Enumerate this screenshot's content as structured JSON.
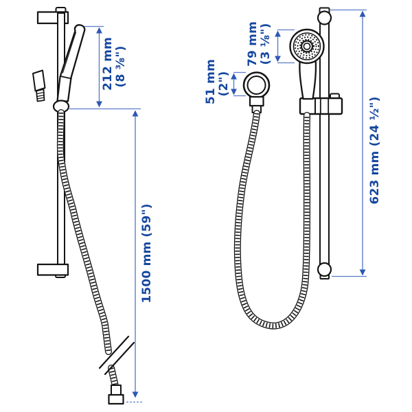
{
  "colors": {
    "background": "#ffffff",
    "line_art": "#141414",
    "dimension_line": "#5c7dc8",
    "dimension_arrow": "#2e57b4",
    "dimension_text": "#15479f"
  },
  "side_view": {
    "handshower_height": {
      "line1": "212 mm",
      "line2": "(8 ⅜\")"
    },
    "hose_length": {
      "text": "1500 mm (59\")"
    }
  },
  "front_view": {
    "outlet_diameter": {
      "line1": "51 mm",
      "line2": "(2\")"
    },
    "handshower_diameter": {
      "line1": "79 mm",
      "line2": "(3 ⅛\")"
    },
    "rail_height": {
      "text": "623 mm (24 ½\")"
    }
  }
}
